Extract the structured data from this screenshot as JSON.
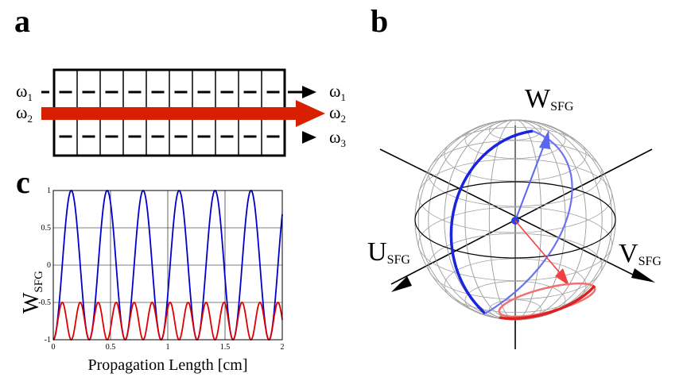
{
  "panels": {
    "a": "a",
    "b": "b",
    "c": "c"
  },
  "panel_a": {
    "inputs": [
      {
        "symbol": "ω",
        "sub": "1"
      },
      {
        "symbol": "ω",
        "sub": "2"
      }
    ],
    "outputs": [
      {
        "symbol": "ω",
        "sub": "1"
      },
      {
        "symbol": "ω",
        "sub": "2"
      },
      {
        "symbol": "ω",
        "sub": "3"
      }
    ],
    "segments": 10,
    "colors": {
      "pump": "#d82000",
      "frame": "#000000"
    }
  },
  "panel_b": {
    "axes": {
      "w": {
        "main": "W",
        "sub": "SFG"
      },
      "u": {
        "main": "U",
        "sub": "SFG"
      },
      "v": {
        "main": "V",
        "sub": "SFG"
      }
    },
    "colors": {
      "blue": "#1a24e0",
      "red": "#e02020",
      "grid": "#a0a0a0"
    }
  },
  "chart_data": {
    "type": "line",
    "ylabel_main": "W",
    "ylabel_sub": "SFG",
    "xlabel": "Propagation Length [cm]",
    "xlim": [
      0,
      2
    ],
    "ylim": [
      -1,
      1
    ],
    "xticks": [
      "0",
      "0.5",
      "1",
      "1.5",
      "2"
    ],
    "yticks": [
      "1",
      "0.5",
      "0",
      "-0.5",
      "-1"
    ],
    "series": [
      {
        "color": "#0000cc",
        "form": "-cos",
        "period_cm": 0.314,
        "min": -1,
        "max": 1
      },
      {
        "color": "#dd0000",
        "form": "-cos",
        "period_cm": 0.157,
        "min": -1,
        "max": -0.5
      }
    ],
    "grid": true
  }
}
